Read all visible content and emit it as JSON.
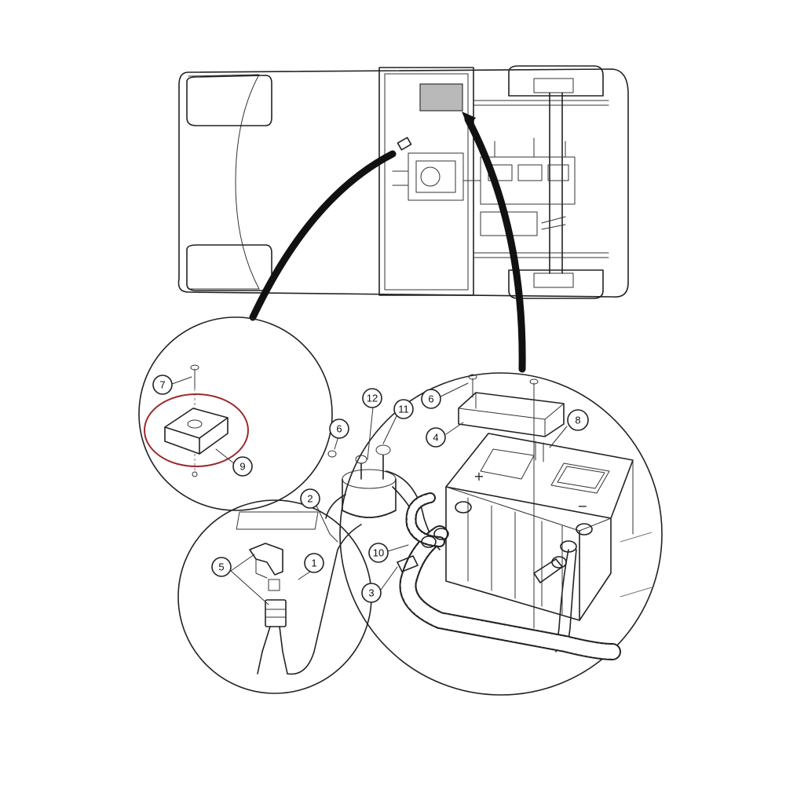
{
  "diagram": {
    "callouts": [
      {
        "id": "1",
        "label": "1"
      },
      {
        "id": "2",
        "label": "2"
      },
      {
        "id": "3",
        "label": "3"
      },
      {
        "id": "4",
        "label": "4"
      },
      {
        "id": "5",
        "label": "5"
      },
      {
        "id": "6a",
        "label": "6"
      },
      {
        "id": "6b",
        "label": "6"
      },
      {
        "id": "7",
        "label": "7"
      },
      {
        "id": "8",
        "label": "8"
      },
      {
        "id": "9",
        "label": "9"
      },
      {
        "id": "10",
        "label": "10"
      },
      {
        "id": "11",
        "label": "11"
      },
      {
        "id": "12",
        "label": "12"
      }
    ],
    "battery": {
      "positive_sign": "+",
      "negative_sign": "−"
    },
    "colors": {
      "line": "#222222",
      "highlight_ring": "#9b2a2a",
      "location_box": "#b9b9b9"
    }
  }
}
